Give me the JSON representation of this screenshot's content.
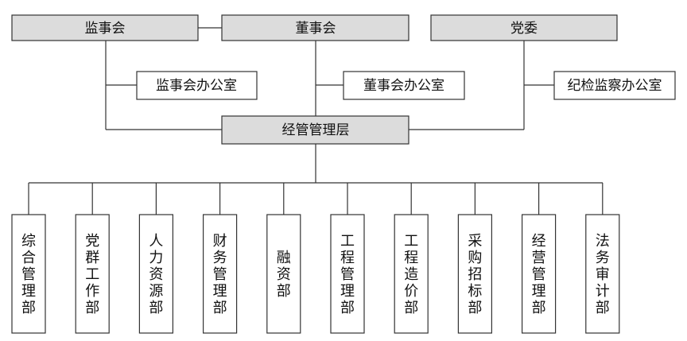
{
  "colors": {
    "top_box_fill": "#dcdcdc",
    "plain_box_fill": "#ffffff",
    "stroke": "#333333",
    "text": "#111111"
  },
  "top": {
    "supervisory_board": "监事会",
    "board_of_directors": "董事会",
    "party_committee": "党委"
  },
  "offices": {
    "supervisory_office": "监事会办公室",
    "board_office": "董事会办公室",
    "discipline_office": "纪检监察办公室"
  },
  "management": {
    "label": "经管管理层"
  },
  "departments": [
    "综合管理部",
    "党群工作部",
    "人力资源部",
    "财务管理部",
    "融资部",
    "工程管理部",
    "工程造价部",
    "采购招标部",
    "经营管理部",
    "法务审计部"
  ]
}
